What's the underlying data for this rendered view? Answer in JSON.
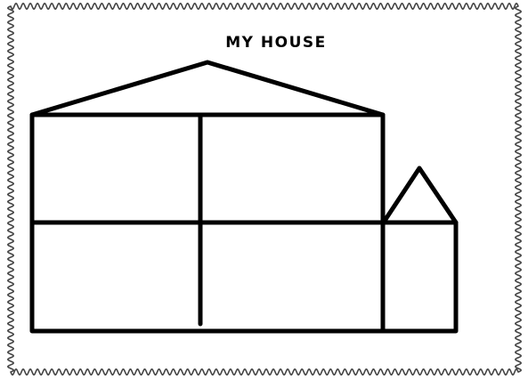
{
  "worksheet": {
    "title": "MY HOUSE"
  },
  "colors": {
    "ink": "#000000",
    "paper": "#ffffff",
    "border": "#444444"
  },
  "house": {
    "rooms_main_upper": 2,
    "rooms_main_lower": 2,
    "rooms_annex": 1
  }
}
